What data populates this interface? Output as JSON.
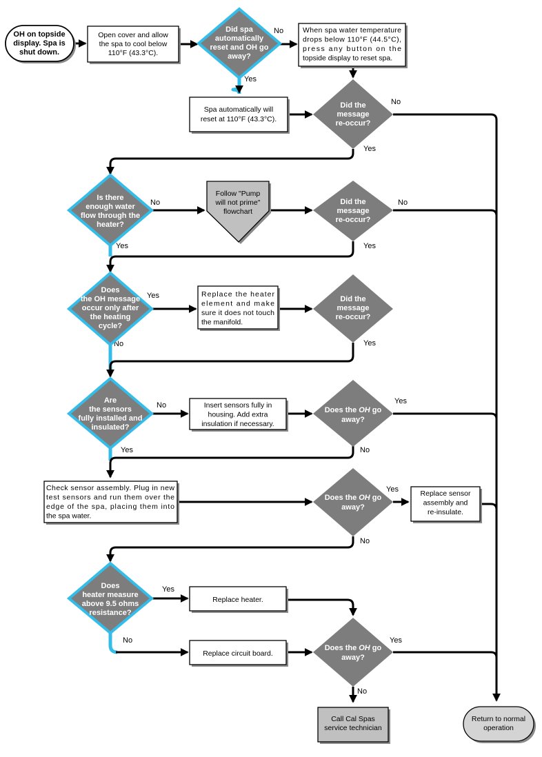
{
  "start": [
    "OH on topside",
    "display. Spa is",
    "shut down."
  ],
  "b1": [
    "Open cover and allow",
    "the spa to cool below",
    "110°F (43.3°C)."
  ],
  "d1": [
    "Did spa",
    "automatically",
    "reset and OH go",
    "away?"
  ],
  "b2": [
    "When spa water temperature",
    "drops below 110°F (44.5°C),",
    "press any button on the",
    "topside display to reset spa."
  ],
  "b3": [
    "Spa automatically will",
    "reset at 110°F (43.3°C)."
  ],
  "d2": [
    "Did the",
    "message",
    "re-occur?"
  ],
  "d3": [
    "Is there",
    "enough water",
    "flow through the",
    "heater?"
  ],
  "b4": [
    "Follow \"Pump",
    "will not prime\"",
    "flowchart"
  ],
  "d4": [
    "Did the",
    "message",
    "re-occur?"
  ],
  "d5": [
    "Does",
    "the OH message",
    "occur only after",
    "the heating",
    "cycle?"
  ],
  "b5": [
    "Replace the heater",
    "element and make",
    "sure it does not touch",
    "the manifold."
  ],
  "d6": [
    "Did the",
    "message",
    "re-occur?"
  ],
  "d7": [
    "Are",
    "the sensors",
    "fully installed and",
    "insulated?"
  ],
  "b6": [
    "Insert sensors fully in",
    "housing. Add extra",
    "insulation if necessary."
  ],
  "d8": [
    "Does the OH go",
    "away?"
  ],
  "b7": [
    "Check sensor assembly. Plug in new",
    "test sensors and run them over the",
    "edge of the spa, placing them into",
    "the spa water."
  ],
  "d9": [
    "Does the OH go",
    "away?"
  ],
  "b8": [
    "Replace sensor",
    "assembly and",
    "re-insulate."
  ],
  "d10": [
    "Does",
    "heater measure",
    "above 9.5 ohms",
    "resistance?"
  ],
  "b9": [
    "Replace heater."
  ],
  "b10": [
    "Replace circuit board."
  ],
  "d11": [
    "Does the OH go",
    "away?"
  ],
  "callTech": [
    "Call Cal Spas",
    "service technician"
  ],
  "end": [
    "Return to normal",
    "operation"
  ],
  "labels": {
    "d1_no": "No",
    "d1_yes": "Yes",
    "d2_no": "No",
    "d2_yes": "Yes",
    "d3_no": "No",
    "d3_yes": "Yes",
    "d4_no": "No",
    "d4_yes": "Yes",
    "d5_yes": "Yes",
    "d5_no": "No",
    "d6_yes": "Yes",
    "d7_no": "No",
    "d7_yes": "Yes",
    "d8_yes": "Yes",
    "d8_no": "No",
    "d9_yes": "Yes",
    "d9_no": "No",
    "d10_yes": "Yes",
    "d10_no": "No",
    "d11_yes": "Yes",
    "d11_no": "No"
  },
  "colors": {
    "diamond": "#7d7d7d",
    "highlight": "#33bde8",
    "grayBox": "#c0c0c0",
    "terminal": "#d4d4d4"
  }
}
